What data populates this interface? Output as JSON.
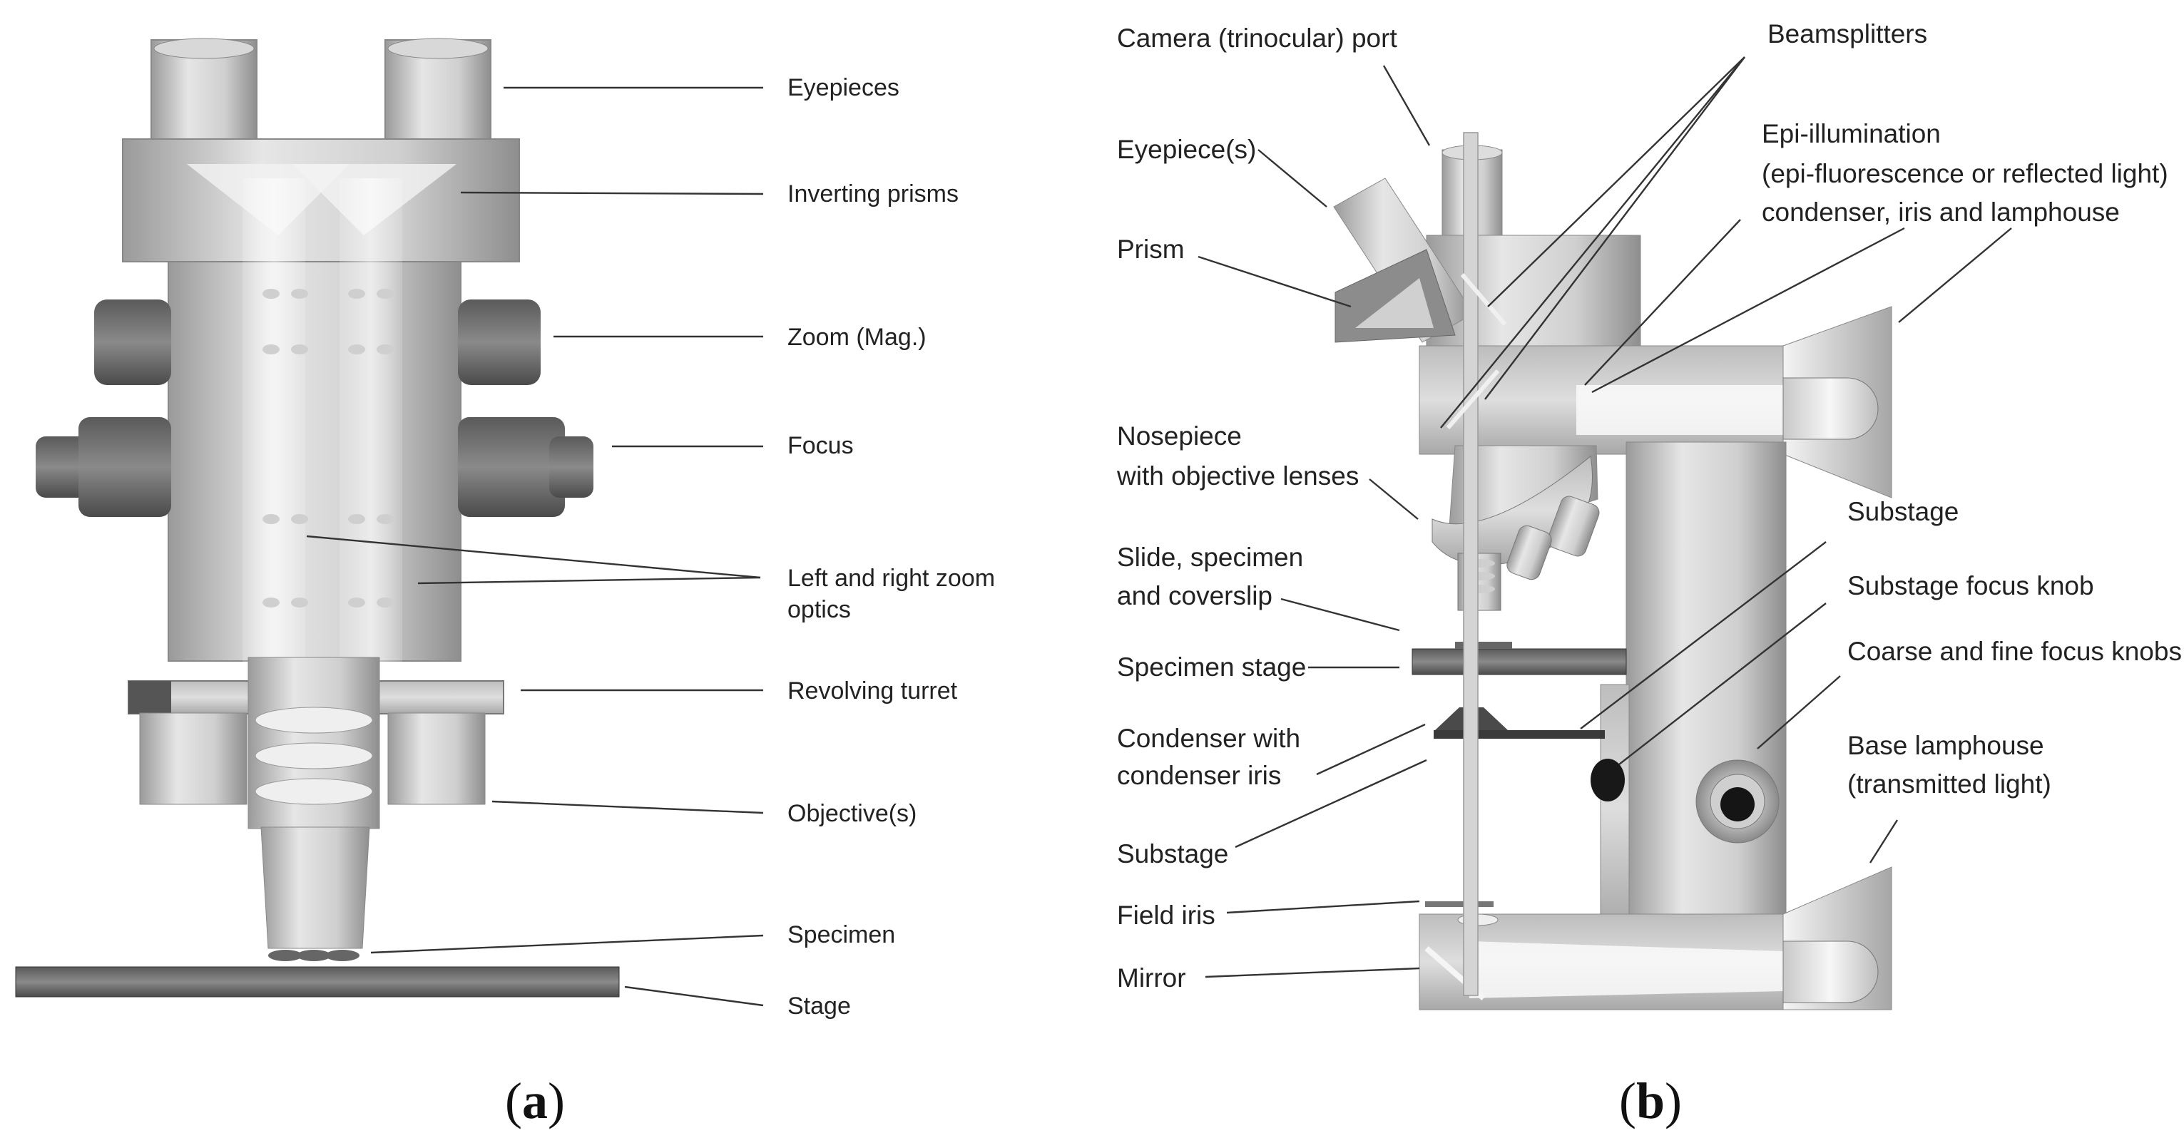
{
  "panel_a": {
    "caption_open": "(",
    "caption_letter": "a",
    "caption_close": ")",
    "labels": {
      "eyepieces": "Eyepieces",
      "inverting_prisms": "Inverting prisms",
      "zoom": "Zoom (Mag.)",
      "focus": "Focus",
      "zoom_optics_1": "Left and right zoom",
      "zoom_optics_2": "optics",
      "revolving_turret": "Revolving turret",
      "objectives": "Objective(s)",
      "specimen": "Specimen",
      "stage": "Stage"
    }
  },
  "panel_b": {
    "caption_open": "(",
    "caption_letter": "b",
    "caption_close": ")",
    "labels": {
      "camera_port": "Camera (trinocular) port",
      "beamsplitters": "Beamsplitters",
      "eyepieces": "Eyepiece(s)",
      "epi_1": "Epi-illumination",
      "epi_2": "(epi-fluorescence or reflected light)",
      "epi_3": "condenser, iris and lamphouse",
      "prism": "Prism",
      "nosepiece_1": "Nosepiece",
      "nosepiece_2": "with objective lenses",
      "slide_1": "Slide, specimen",
      "slide_2": "and coverslip",
      "substage_right": "Substage",
      "substage_focus_knob": "Substage focus knob",
      "coarse_fine": "Coarse and fine focus knobs",
      "specimen_stage": "Specimen stage",
      "condenser_1": "Condenser with",
      "condenser_2": "condenser iris",
      "base_lamphouse_1": "Base lamphouse",
      "base_lamphouse_2": "(transmitted light)",
      "substage_left": "Substage",
      "field_iris": "Field iris",
      "mirror": "Mirror"
    }
  }
}
